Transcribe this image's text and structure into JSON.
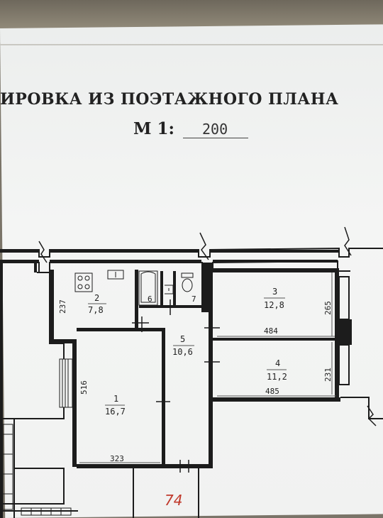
{
  "title": {
    "main": "ИРОВКА ИЗ ПОЭТАЖНОГО ПЛАНА",
    "scale_prefix": "М 1:",
    "scale_value": "200"
  },
  "rooms": [
    {
      "number": "1",
      "area": "16,7"
    },
    {
      "number": "2",
      "area": "7,8"
    },
    {
      "number": "3",
      "area": "12,8"
    },
    {
      "number": "4",
      "area": "11,2"
    },
    {
      "number": "5",
      "area": "10,6"
    },
    {
      "number": "6",
      "area": ""
    },
    {
      "number": "7",
      "area": ""
    }
  ],
  "dimensions": {
    "kitchen_height": "237",
    "room3_width": "484",
    "room3_height": "265",
    "room4_height": "231",
    "room4_width": "485",
    "room1_height": "516",
    "room1_width": "323"
  },
  "annotation": "74",
  "colors": {
    "wall": "#1c1c1c",
    "paper": "#f2f3f2",
    "annotation": "#c0392b"
  }
}
